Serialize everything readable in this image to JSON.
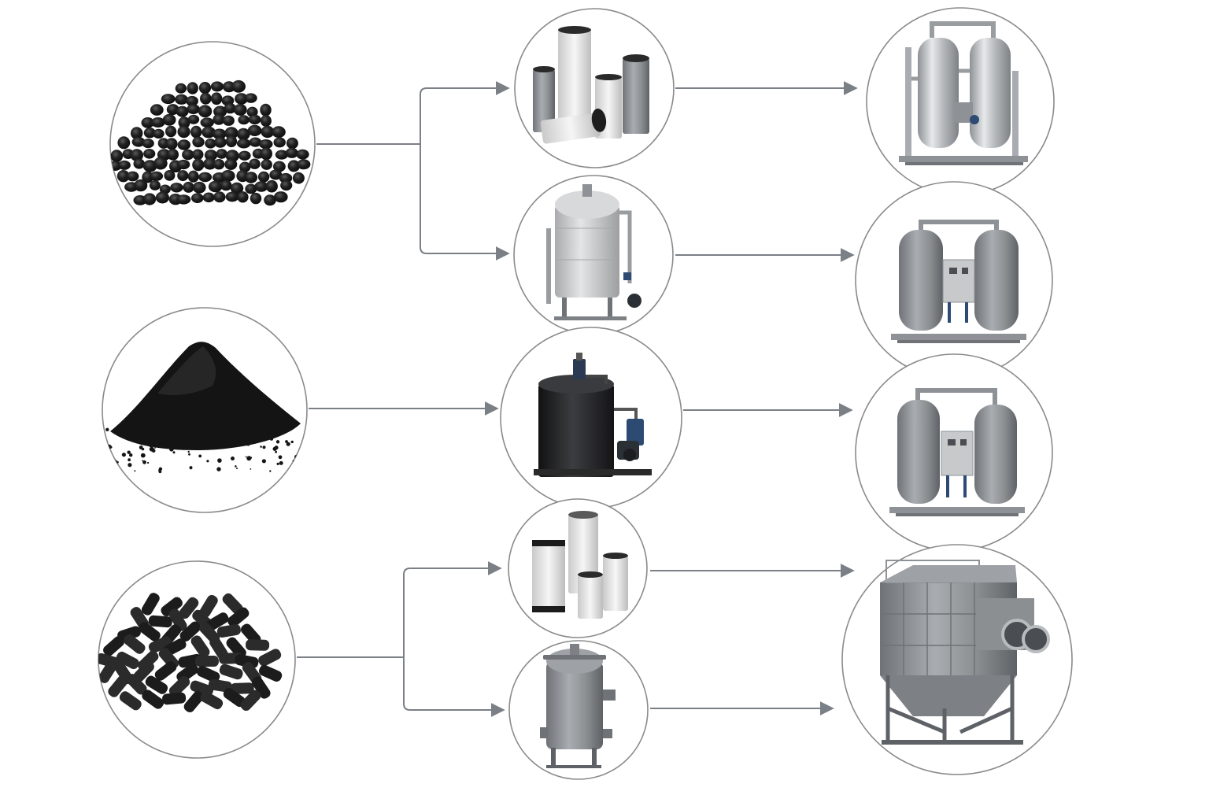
{
  "diagram": {
    "colors": {
      "background": "#ffffff",
      "circle_stroke": "#8a8a8a",
      "connector": "#7b7f86",
      "carbon_black": "#151515",
      "carbon_mid": "#2b2b2b",
      "filter_white": "#e9e9e9",
      "steel": "#b9bcbf",
      "steel_dark": "#8e9296",
      "tank_grey": "#cfcfcf",
      "machine_grey": "#8c8f92",
      "black_tank": "#2a2b2e",
      "pump_blue": "#2d4a73"
    },
    "sources": [
      {
        "id": "granular-activated-carbon",
        "icon": "granular-pellets-icon"
      },
      {
        "id": "powdered-activated-carbon",
        "icon": "powder-pile-icon"
      },
      {
        "id": "extruded-activated-carbon",
        "icon": "extruded-pellets-icon"
      }
    ],
    "intermediate_equipment": [
      {
        "id": "carbon-filter-cartridges-1",
        "icon": "filter-cartridges-icon"
      },
      {
        "id": "carbon-filter-vessel",
        "icon": "filter-vessel-icon"
      },
      {
        "id": "dosing-tank-with-pump",
        "icon": "dosing-tank-icon"
      },
      {
        "id": "carbon-filter-cartridges-2",
        "icon": "filter-cartridges-icon"
      },
      {
        "id": "adsorber-vessel",
        "icon": "pressure-vessel-icon"
      }
    ],
    "final_systems": [
      {
        "id": "stainless-twin-tower-system",
        "icon": "twin-tower-steel-icon"
      },
      {
        "id": "twin-tower-adsorption-unit-1",
        "icon": "twin-tower-panel-icon"
      },
      {
        "id": "twin-tower-adsorption-unit-2",
        "icon": "twin-tower-panel-icon"
      },
      {
        "id": "industrial-air-scrubber",
        "icon": "air-scrubber-icon"
      }
    ]
  }
}
